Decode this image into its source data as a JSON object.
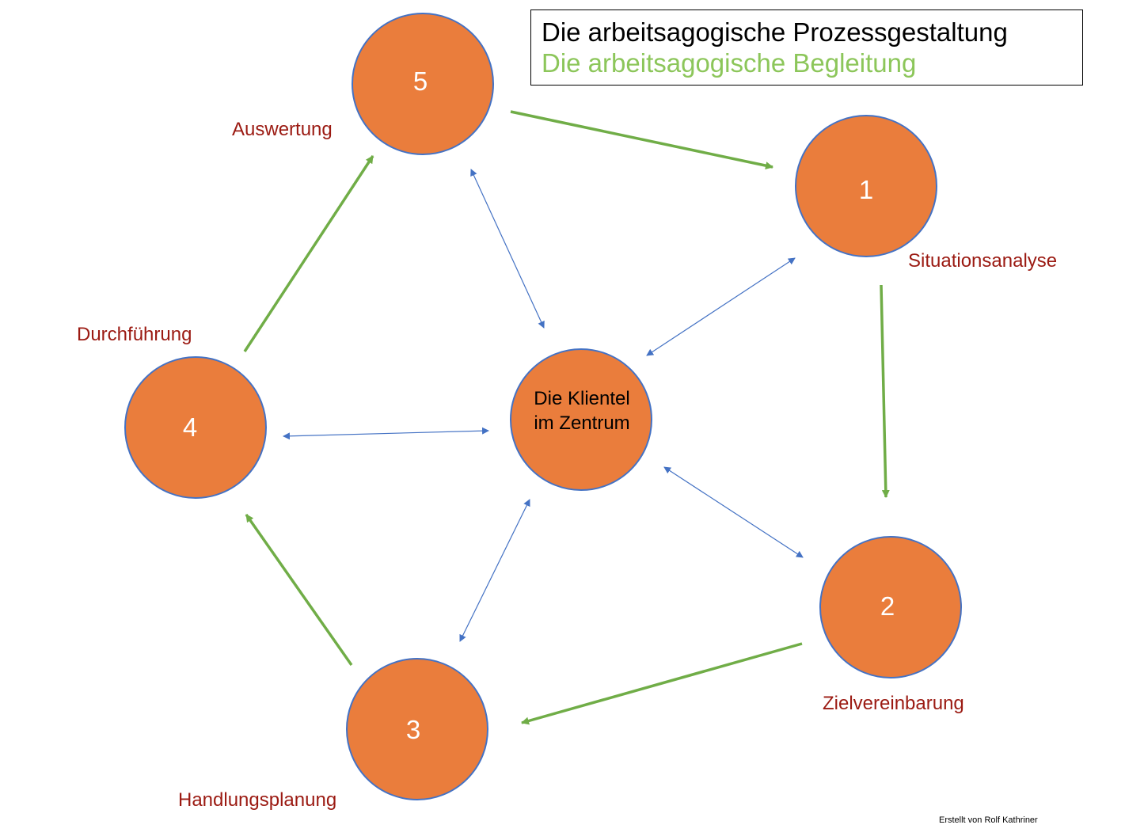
{
  "legend": {
    "line1": "Die arbeitsagogische Prozessgestaltung",
    "line2": "Die arbeitsagogische Begleitung"
  },
  "nodes": [
    {
      "id": "n1",
      "number": "1",
      "label": "Situationsanalyse"
    },
    {
      "id": "n2",
      "number": "2",
      "label": "Zielvereinbarung"
    },
    {
      "id": "n3",
      "number": "3",
      "label": "Handlungsplanung"
    },
    {
      "id": "n4",
      "number": "4",
      "label": "Durchführung"
    },
    {
      "id": "n5",
      "number": "5",
      "label": "Auswertung"
    }
  ],
  "center": {
    "line1": "Die Klientel",
    "line2": "im Zentrum"
  },
  "credit": "Erstellt von Rolf Kathriner",
  "colors": {
    "circle_fill": "#ea7d3c",
    "circle_stroke": "#4472c4",
    "process_arrow": "#70ad47",
    "accompaniment_arrow": "#4472c4",
    "label_text": "#9b1a12",
    "legend_green": "#8cc65a"
  }
}
